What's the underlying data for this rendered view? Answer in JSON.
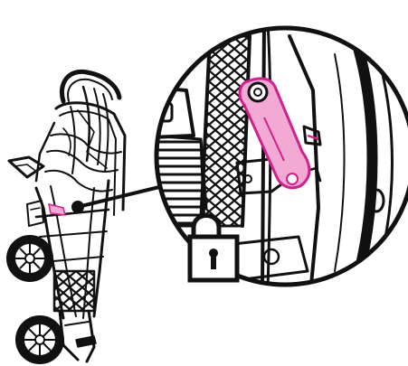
{
  "figure": {
    "subject": "folded-stroller-lock",
    "parts": {
      "stroller": "folded-stroller",
      "latch_marker": "latch-location-marker",
      "callout": "magnified-callout",
      "latch": "storage-latch-highlight",
      "lock": "lock-icon"
    }
  },
  "colors": {
    "line": "#111111",
    "highlight_fill": "#f2a9d4",
    "highlight_stroke": "#d0208a",
    "background": "#ffffff"
  }
}
